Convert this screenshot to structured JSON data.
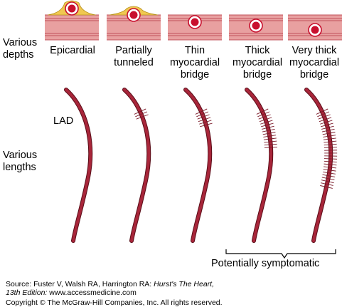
{
  "row_labels": {
    "depths_line1": "Various",
    "depths_line2": "depths",
    "lengths_line1": "Various",
    "lengths_line2": "lengths"
  },
  "columns": [
    {
      "line1": "",
      "line2": "",
      "line3": "Epicardial"
    },
    {
      "line1": "",
      "line2": "Partially",
      "line3": "tunneled"
    },
    {
      "line1": "Thin",
      "line2": "myocardial",
      "line3": "bridge"
    },
    {
      "line1": "Thick",
      "line2": "myocardial",
      "line3": "bridge"
    },
    {
      "line1": "Very thick",
      "line2": "myocardial",
      "line3": "bridge"
    }
  ],
  "artery_label": "LAD",
  "bracket_label": "Potentially symptomatic",
  "source": {
    "prefix": "Source: Fuster V, Walsh RA, Harrington RA: ",
    "title": "Hurst's The Heart,",
    "edition": "13th Edition:",
    "url": " www.accessmedicine.com"
  },
  "copyright": "Copyright © The McGraw-Hill Companies, Inc. All rights reserved.",
  "colors": {
    "muscle_band": "#e8a0a0",
    "muscle_line": "#c0505a",
    "fat": "#f0c850",
    "vessel": "#c8102e",
    "artery": "#a8263a"
  }
}
